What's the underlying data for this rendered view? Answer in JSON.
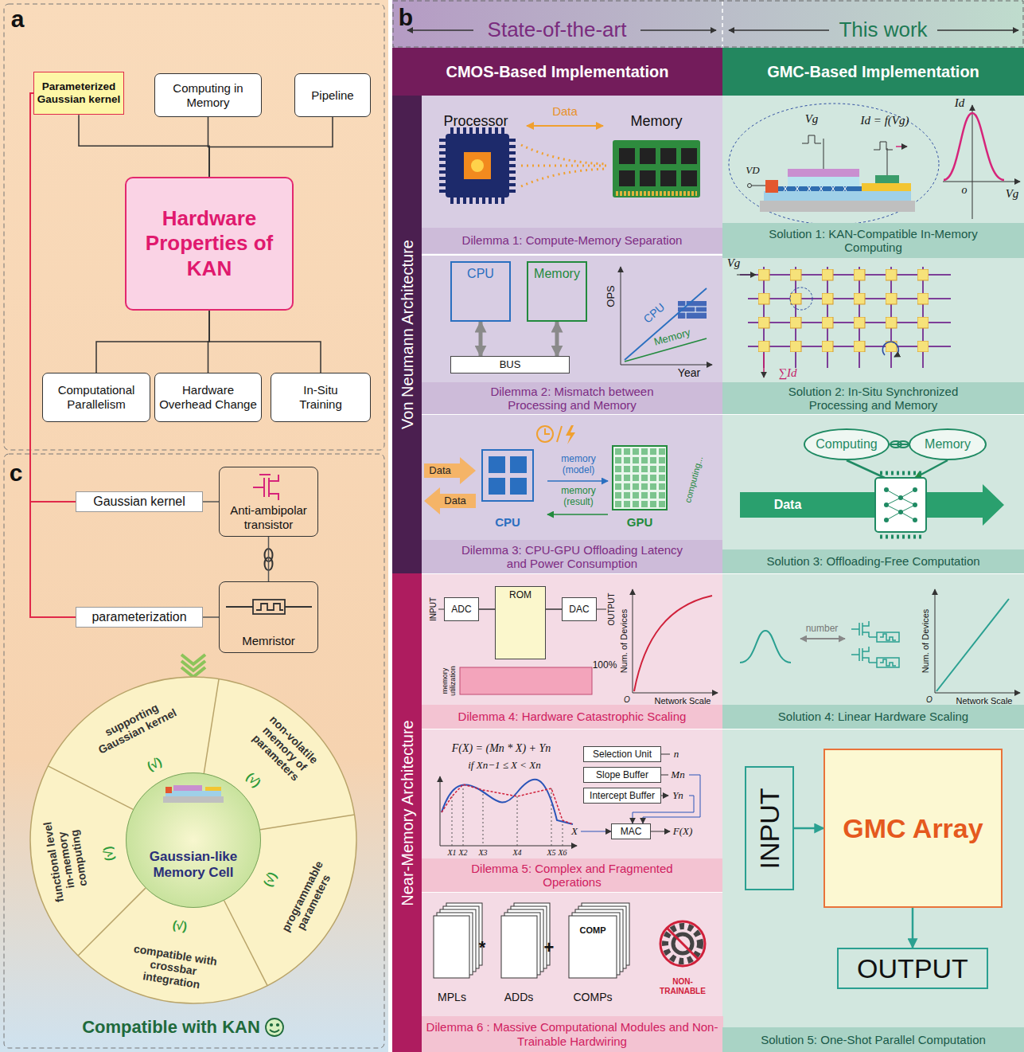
{
  "diagram": {
    "nodes": [
      {
        "text": [
          "Parameterized Gaussian kernel"
        ]
      },
      {
        "text": [
          "Computing in Memory"
        ]
      },
      {
        "text": [
          "Pipeline"
        ]
      },
      {
        "text": [
          "Hardware Properties of KAN"
        ]
      },
      {
        "text": [
          "Computational Parallelism"
        ]
      },
      {
        "text": [
          "Hardware Overhead Change"
        ]
      },
      {
        "text": [
          "In-Situ Training"
        ]
      },
      {
        "text": [
          "Gaussian kernel"
        ]
      },
      {
        "text": [
          "Anti-ambipolar transistor"
        ]
      },
      {
        "text": [
          "parameterization"
        ]
      },
      {
        "text": [
          "Memristor"
        ]
      },
      {
        "text": [
          "Gaussian-like Memory Cell"
        ]
      },
      {
        "text": [
          "CMOS-Based Implementation"
        ]
      },
      {
        "text": [
          "GMC-Based Implementation"
        ]
      },
      {
        "text": [
          "Dilemma 1: Compute-Memory Separation"
        ]
      },
      {
        "text": [
          "Solution 1: KAN-Compatible In-Memory Computing"
        ]
      },
      {
        "text": [
          "CPU"
        ]
      },
      {
        "text": [
          "Memory"
        ]
      },
      {
        "text": [
          "BUS"
        ]
      },
      {
        "text": [
          "Dilemma 2: Mismatch between Processing and Memory"
        ]
      },
      {
        "text": [
          "Solution 2: In-Situ Synchronized Processing and Memory"
        ]
      },
      {
        "text": [
          "Computing"
        ]
      },
      {
        "text": [
          "Memory"
        ]
      },
      {
        "text": [
          "Dilemma 3: CPU-GPU Offloading Latency and Power Consumption"
        ]
      },
      {
        "text": [
          "Solution 3: Offloading-Free Computation"
        ]
      },
      {
        "text": [
          "ADC"
        ]
      },
      {
        "text": [
          "ROM"
        ]
      },
      {
        "text": [
          "DAC"
        ]
      },
      {
        "text": [
          "Dilemma 4: Hardware Catastrophic Scaling"
        ]
      },
      {
        "text": [
          "Solution 4: Linear Hardware Scaling"
        ]
      },
      {
        "text": [
          "Selection Unit"
        ]
      },
      {
        "text": [
          "Slope Buffer"
        ]
      },
      {
        "text": [
          "Intercept Buffer"
        ]
      },
      {
        "text": [
          "MAC"
        ]
      },
      {
        "text": [
          "INPUT"
        ]
      },
      {
        "text": [
          "GMC Array"
        ]
      },
      {
        "text": [
          "OUTPUT"
        ]
      },
      {
        "text": [
          "Dilemma 5: Complex and Fragmented Operations"
        ]
      },
      {
        "text": [
          "Dilemma 6 : Massive Computational Modules and Non-Trainable Hardwiring"
        ]
      },
      {
        "text": [
          "Solution 5: One-Shot Parallel Computation"
        ]
      },
      {
        "text": [
          "Von Neumann Architecture"
        ]
      },
      {
        "text": [
          "Near-Memory Architecture"
        ]
      }
    ],
    "edges": [
      {
        "from": 0,
        "to": 3,
        "arrow": "none"
      },
      {
        "from": 1,
        "to": 3,
        "arrow": "none"
      },
      {
        "from": 2,
        "to": 3,
        "arrow": "none"
      },
      {
        "from": 3,
        "to": 4,
        "arrow": "none"
      },
      {
        "from": 3,
        "to": 5,
        "arrow": "none"
      },
      {
        "from": 3,
        "to": 6,
        "arrow": "none"
      },
      {
        "from": 0,
        "to": 7,
        "arrow": "none"
      },
      {
        "from": 0,
        "to": 9,
        "arrow": "none"
      },
      {
        "from": 7,
        "to": 8,
        "arrow": "none"
      },
      {
        "from": 9,
        "to": 10,
        "arrow": "none"
      },
      {
        "from": 8,
        "to": 10,
        "arrow": "none"
      },
      {
        "from": 16,
        "to": 18,
        "arrow": "both"
      },
      {
        "from": 17,
        "to": 18,
        "arrow": "both"
      },
      {
        "from": 21,
        "to": 22,
        "arrow": "none"
      },
      {
        "from": 25,
        "to": 26,
        "arrow": "none"
      },
      {
        "from": 26,
        "to": 27,
        "arrow": "none"
      },
      {
        "from": 34,
        "to": 35,
        "arrow": "to"
      },
      {
        "from": 35,
        "to": 36,
        "arrow": "to"
      }
    ],
    "labels": [
      "a",
      "c",
      "b",
      "State-of-the-art",
      "This work",
      "Processor",
      "Data",
      "Memory",
      "Vg",
      "VD",
      "Id = f(Vg)",
      "Id",
      "o",
      "Vg",
      "OPS",
      "Year",
      "CPU",
      "Memory",
      "Vg",
      "∑Id",
      "Data",
      "Data",
      "memory (model)",
      "memory (result)",
      "CPU",
      "GPU",
      "computing...",
      "Data",
      "INPUT",
      "OUTPUT",
      "memory utilization",
      "100%",
      "Num. of Devices",
      "Network Scale",
      "O",
      "number",
      "Num. of Devices",
      "Network Scale",
      "O",
      "F(X) = (Mn * X) + Yn",
      "if Xn−1 ≤ X < Xn",
      "X1",
      "X2",
      "X3",
      "X4",
      "X5",
      "X6",
      "n",
      "Mn",
      "Yn",
      "X",
      "F(X)",
      "*",
      "+",
      "COMP",
      "MPLs",
      "ADDs",
      "COMPs",
      "NON-TRAINABLE",
      "supporting Gaussian kernel",
      "non-volatile memory of parameters",
      "programmable parameters",
      "compatible with crossbar integration",
      "functional level in-memory computing",
      "(√)",
      "(√)",
      "(√)",
      "(√)",
      "(√)",
      "Compatible with KAN"
    ]
  }
}
